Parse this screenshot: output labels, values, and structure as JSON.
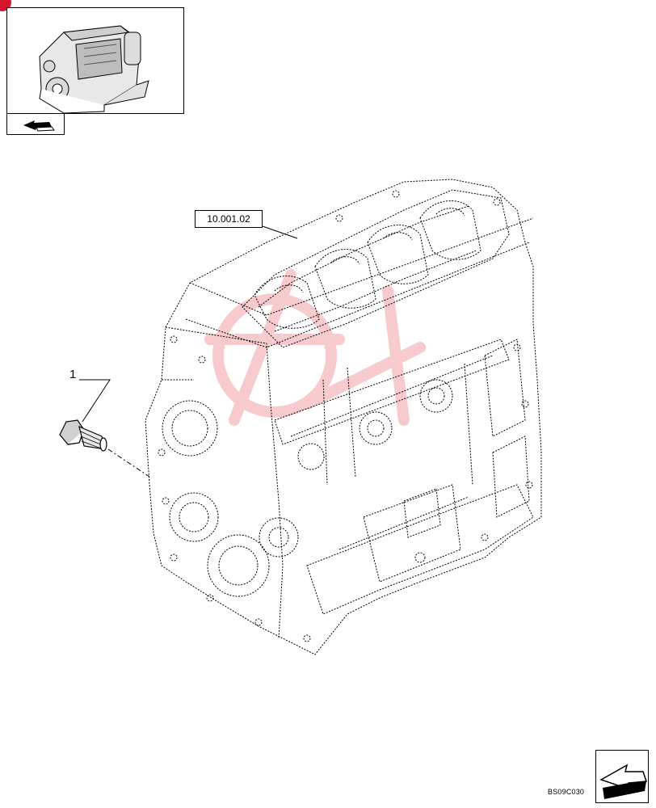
{
  "diagram": {
    "reference_label": "10.001.02",
    "callout_number": "1",
    "figure_code": "BS09C030"
  },
  "icons": {
    "thumbnail": "engine-thumbnail-icon",
    "back_nav": "back-arrow-icon",
    "next_nav": "next-arrow-icon",
    "watermark": "watermark-logo",
    "corner": "corner-badge"
  },
  "colors": {
    "line": "#000000",
    "watermark": "#f2a0a6",
    "corner_mark": "#d4142a"
  }
}
